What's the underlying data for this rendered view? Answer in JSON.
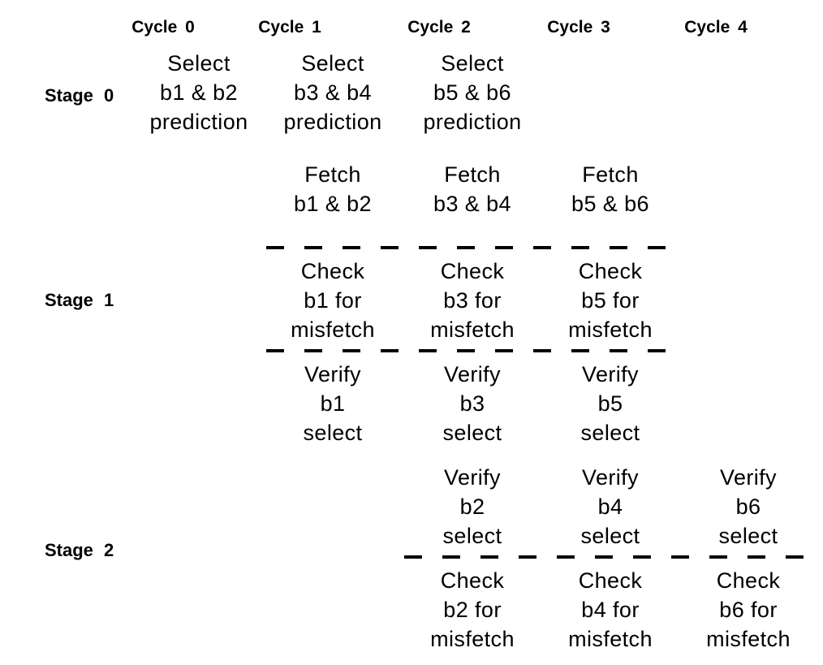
{
  "diagram": {
    "cycle_headers": [
      "Cycle 0",
      "Cycle 1",
      "Cycle 2",
      "Cycle 3",
      "Cycle 4"
    ],
    "stage_labels": [
      "Stage 0",
      "Stage 1",
      "Stage 2"
    ],
    "stage0": {
      "predict": [
        "Select\nb1 & b2\nprediction",
        "Select\nb3 & b4\nprediction",
        "Select\nb5 & b6\nprediction"
      ]
    },
    "stage1": {
      "fetch": [
        "Fetch\nb1 & b2",
        "Fetch\nb3 & b4",
        "Fetch\nb5 & b6"
      ],
      "check": [
        "Check\nb1 for\nmisfetch",
        "Check\nb3 for\nmisfetch",
        "Check\nb5 for\nmisfetch"
      ],
      "verify": [
        "Verify\nb1\nselect",
        "Verify\nb3\nselect",
        "Verify\nb5\nselect"
      ]
    },
    "stage2": {
      "verify": [
        "Verify\nb2\nselect",
        "Verify\nb4\nselect",
        "Verify\nb6\nselect"
      ],
      "check": [
        "Check\nb2 for\nmisfetch",
        "Check\nb4 for\nmisfetch",
        "Check\nb6 for\nmisfetch"
      ]
    },
    "colors": {
      "text": "#000000",
      "background": "#ffffff"
    }
  }
}
